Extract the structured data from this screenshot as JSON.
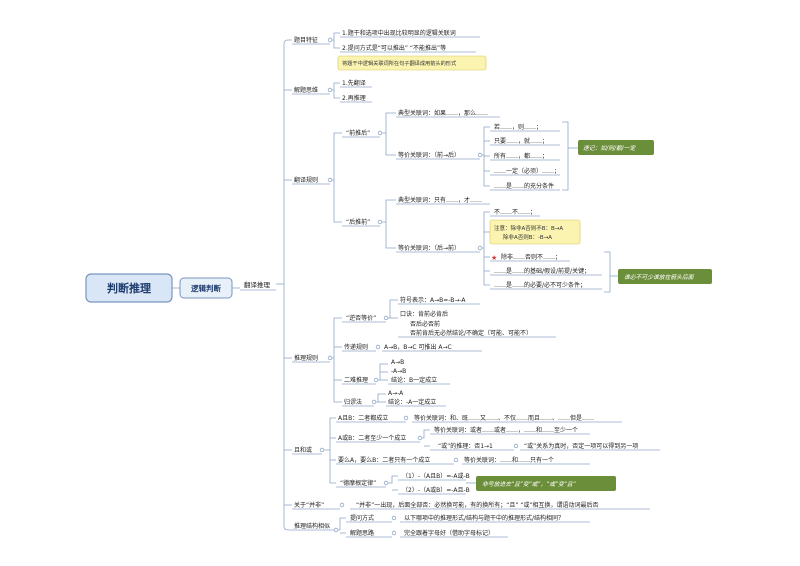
{
  "root": {
    "label": "判断推理"
  },
  "main": {
    "label": "逻辑判断"
  },
  "sub": {
    "label": "翻译推理"
  },
  "colors": {
    "root_fill": "#d9e6f5",
    "box_border": "#7a95c0",
    "callout_green": "#6b8e3a",
    "callout_yellow": "#fbf3b0",
    "line": "#8fa7c7",
    "star": "#d23a3a"
  },
  "sections": {
    "tizhi": {
      "label": "题目特征",
      "items": [
        "1.题干和选项中出现比较明显的逻辑关联词",
        "2.提问方式是“可以推出” “不能推出”等"
      ]
    },
    "jieti": {
      "label": "解题思维",
      "note": "将题干中逻辑关联词所在句子翻译成用箭头的形式",
      "items": [
        "1.先翻译",
        "2.再推理"
      ]
    },
    "fanyi": {
      "label": "翻译规则",
      "qian": {
        "label": "“前推后”",
        "typical": "典型关联词：如果……，那么……",
        "equiv": "等价关联词：（前→后）",
        "list": [
          "若……，则……；",
          "只要……，就……；",
          "所有……，都……；",
          "……一定（必须）……；",
          "……是……的充分条件"
        ],
        "memo": "速记：如/则/都/一定"
      },
      "hou": {
        "label": "“后推前”",
        "typical": "典型关联词：只有……，才……",
        "equiv": "等价关联词：（后→前）",
        "list": [
          "不……不……；",
          "除非……否则不……；",
          "……是……的基础/假设/前提/关键；",
          "……是……的必要/必不可少条件；"
        ],
        "note_lines": [
          "注意：除非A否则不B：B→A",
          "除非A否则B：-B→A"
        ],
        "memo": "谁必不可少谁放在箭头后面"
      }
    },
    "tuili": {
      "label": "推理规则",
      "nideng": {
        "label": "“逆否等价”",
        "symbol": "符号表示：A→B=-B→-A",
        "formula": [
          "口诀：肯前必肯后",
          "否后必否前",
          "否前肯后无必然结论/不确定（可能、可能不）"
        ]
      },
      "chuandi": {
        "label": "传递规则",
        "text": "A→B，B→C  可推出  A→C"
      },
      "erdui": {
        "label": "二难推理",
        "lines": [
          "A→B",
          "-A→B",
          "结论：B一定成立"
        ]
      },
      "guimiu": {
        "label": "归谬法",
        "lines": [
          "A→-A",
          "结论：-A一定成立"
        ]
      }
    },
    "qiehuo": {
      "label": "且和或",
      "qie": {
        "label": "A且B：二者都成立",
        "text": "等价关联词：和、既……又……、不仅……而且……、……但是……"
      },
      "huo": {
        "label": "A或B：二者至少一个成立",
        "equiv": "等价关联词：或者……或者……，……和……至少一个",
        "rule1": "“或”的推理：否1→1",
        "rule2": "“或”关系为真时，否定一项可以得到另一项"
      },
      "yaome": {
        "label": "要么A，要么B：二者只有一个成立",
        "text": "等价关联词：……和……只有一个"
      },
      "demo": {
        "label": "“德摩根定律”",
        "lines": [
          "（1）-（A且B）=-A或-B",
          "（2）-（A或B）=-A且-B"
        ],
        "memo": "非号放进去“且”变“或”，“或”变“且”"
      }
    },
    "feibing": {
      "label": "关于“并非”",
      "text": "“并非”一出现，后面全部否：必然换可能，有的换所有；“且” “或”相互换，谓语动词最后否"
    },
    "jiegou": {
      "label": "推理结构相似",
      "ask": {
        "label": "提问方式",
        "text": "以下哪项中的推理形式/结构与题干中的推理形式/结构相同？"
      },
      "method": {
        "label": "解题思路",
        "text": "完全跟着字母好（借助字母标记）"
      }
    }
  }
}
